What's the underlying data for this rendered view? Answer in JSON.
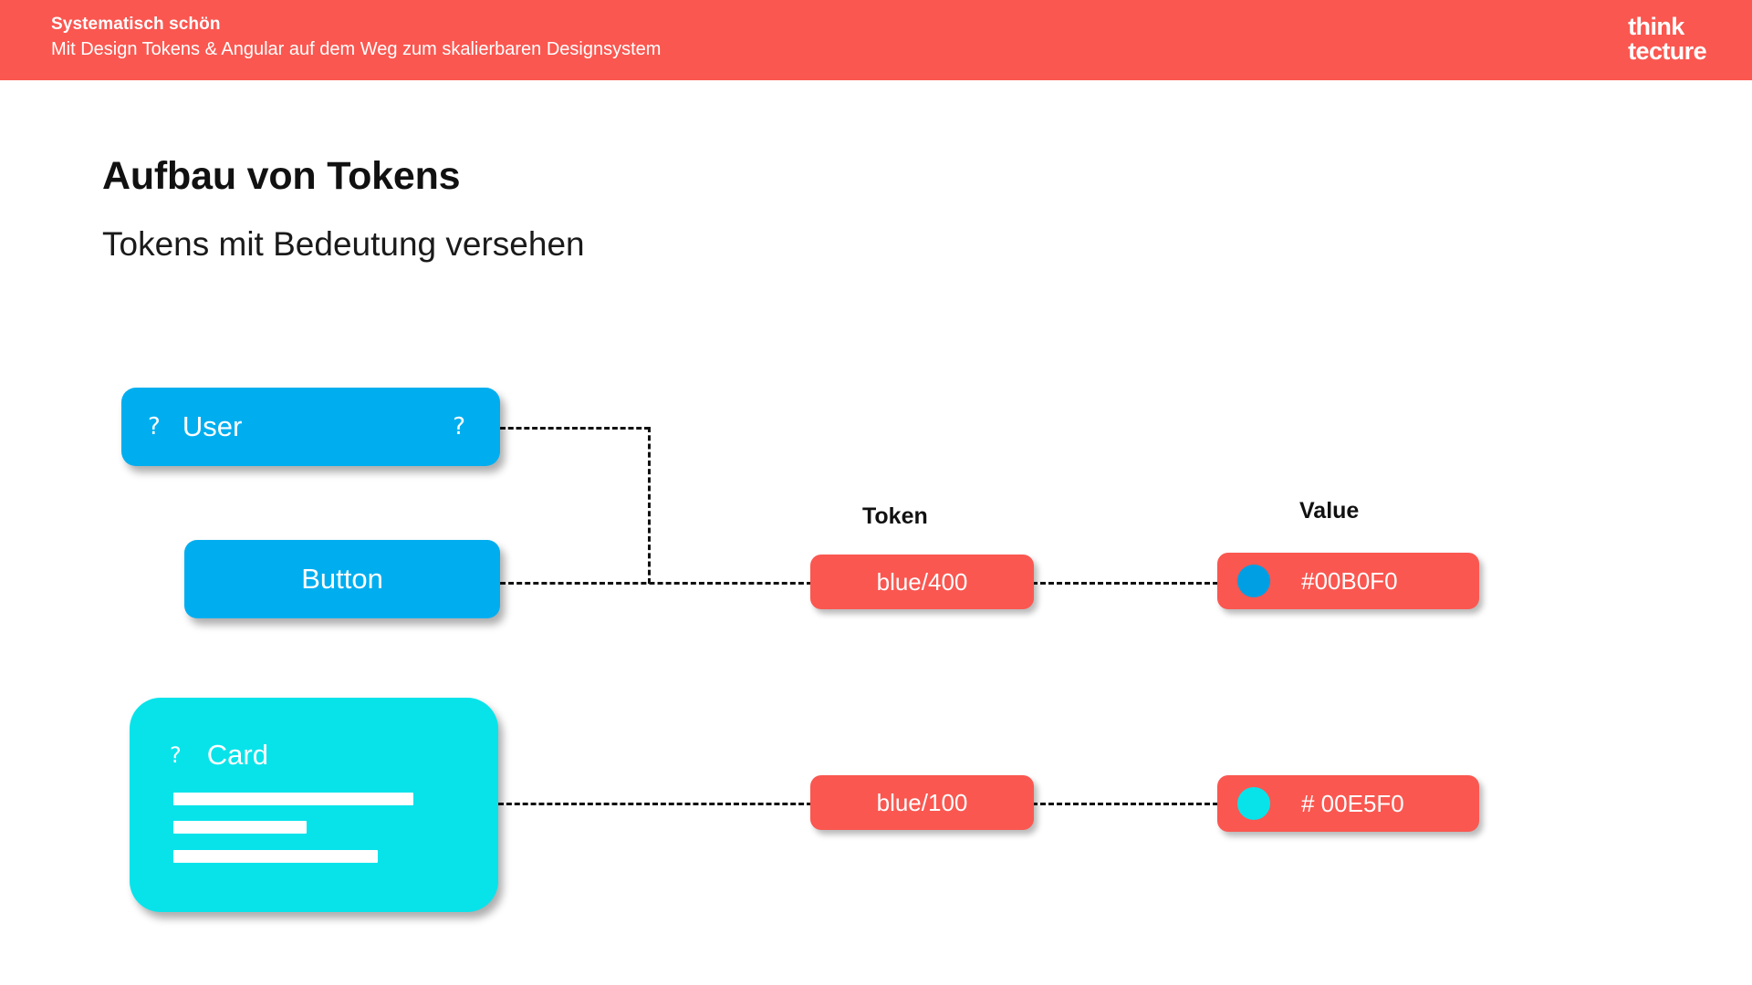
{
  "header": {
    "title": "Systematisch schön",
    "subtitle": "Mit Design Tokens & Angular auf dem Weg zum skalierbaren Designsystem",
    "background_color": "#FA5750",
    "logo": {
      "line1": "think",
      "line2": "tecture"
    }
  },
  "slide": {
    "title": "Aufbau von Tokens",
    "subtitle": "Tokens mit Bedeutung versehen"
  },
  "columns": {
    "token_header": "Token",
    "value_header": "Value"
  },
  "components": [
    {
      "name": "user",
      "label": "User",
      "icon_left": "?",
      "icon_right": "?",
      "color": "#00AEEF"
    },
    {
      "name": "button",
      "label": "Button",
      "color": "#00AEEF"
    },
    {
      "name": "card",
      "label": "Card",
      "icon_left": "?",
      "color": "#08E3EA",
      "placeholder_bars": 3
    }
  ],
  "mappings": [
    {
      "token": "blue/400",
      "value": "#00B0F0",
      "swatch_color": "#009FE3"
    },
    {
      "token": "blue/100",
      "value": "# 00E5F0",
      "swatch_color": "#08E3EA"
    }
  ]
}
